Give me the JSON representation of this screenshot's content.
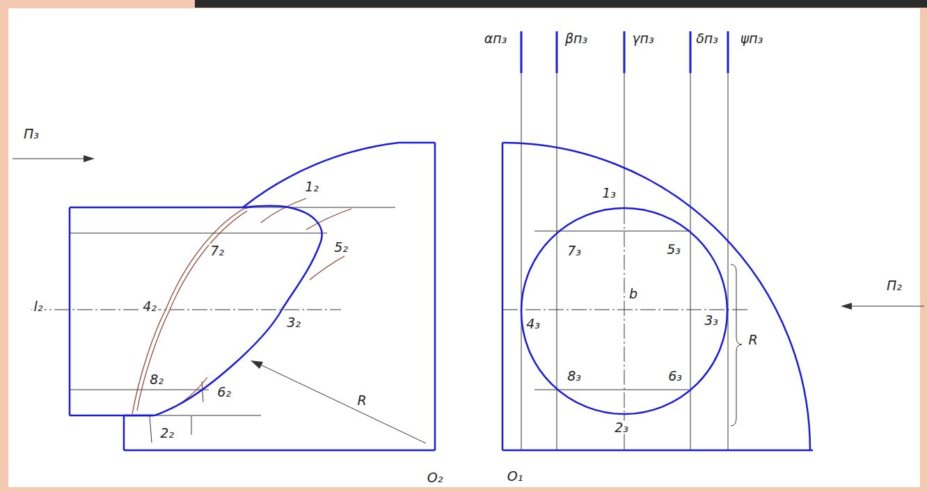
{
  "diagram": {
    "labels": [
      "П₃",
      "1₂",
      "7₂",
      "5₂",
      "l₂",
      "4₂",
      "3₂",
      "8₂",
      "6₂",
      "2₂",
      "R",
      "O₂",
      "αп₃",
      "βп₃",
      "γп₃",
      "δп₃",
      "ψп₃",
      "1₃",
      "7₃",
      "5₃",
      "b",
      "4₃",
      "3₃",
      "8₃",
      "6₃",
      "2₃",
      "R",
      "O₁",
      "П₂"
    ]
  }
}
